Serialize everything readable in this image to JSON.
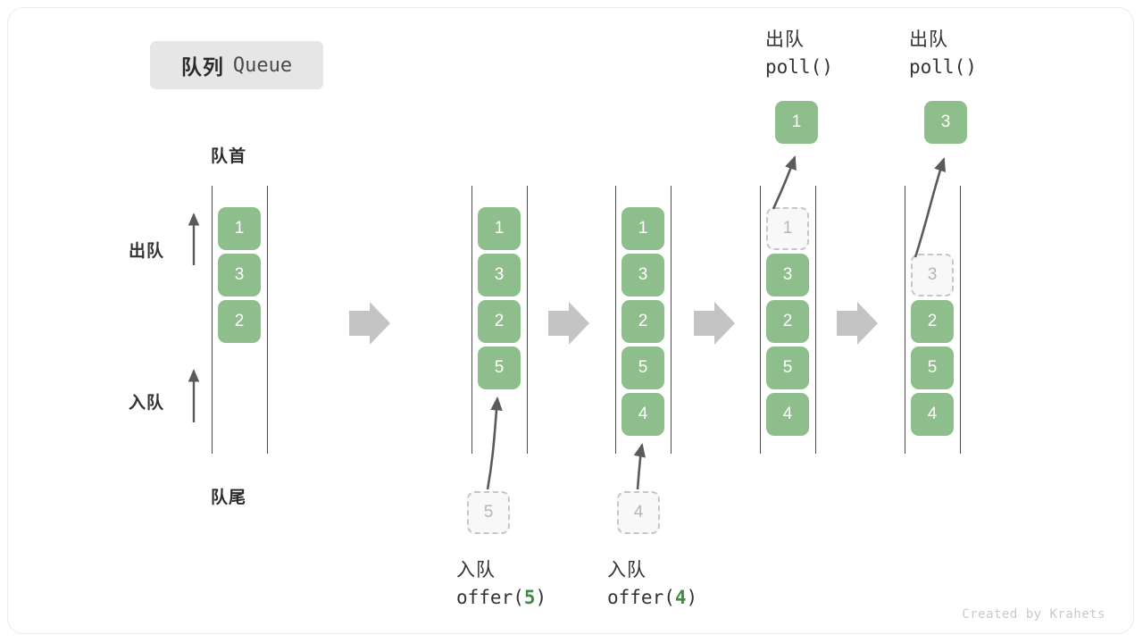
{
  "title": {
    "cn": "队列",
    "en": "Queue"
  },
  "labels": {
    "head": "队首",
    "tail": "队尾",
    "dequeue": "出队",
    "enqueue": "入队"
  },
  "colors": {
    "element_green": "#8fbe8d",
    "ghost_fill": "#f8f8f8",
    "ghost_border": "#c6c6c6",
    "arrow_gray": "#c4c4c4",
    "rail": "#4d4d4d",
    "text_dark": "#333333",
    "arg_green": "#3f8c47",
    "chip_bg": "#e6e6e6"
  },
  "columns": [
    {
      "id": "initial",
      "slots": [
        {
          "value": "1",
          "state": "filled"
        },
        {
          "value": "3",
          "state": "filled"
        },
        {
          "value": "2",
          "state": "filled"
        }
      ],
      "popped": null,
      "incoming": null,
      "caption_cn": null,
      "caption_code": null,
      "caption_arg": null
    },
    {
      "id": "offer-5",
      "slots": [
        {
          "value": "1",
          "state": "filled"
        },
        {
          "value": "3",
          "state": "filled"
        },
        {
          "value": "2",
          "state": "filled"
        },
        {
          "value": "5",
          "state": "filled"
        }
      ],
      "popped": null,
      "incoming": "5",
      "caption_cn": "入队",
      "caption_code_prefix": "offer(",
      "caption_arg": "5",
      "caption_code_suffix": ")"
    },
    {
      "id": "offer-4",
      "slots": [
        {
          "value": "1",
          "state": "filled"
        },
        {
          "value": "3",
          "state": "filled"
        },
        {
          "value": "2",
          "state": "filled"
        },
        {
          "value": "5",
          "state": "filled"
        },
        {
          "value": "4",
          "state": "filled"
        }
      ],
      "popped": null,
      "incoming": "4",
      "caption_cn": "入队",
      "caption_code_prefix": "offer(",
      "caption_arg": "4",
      "caption_code_suffix": ")"
    },
    {
      "id": "poll-1",
      "slots": [
        {
          "value": "1",
          "state": "ghost"
        },
        {
          "value": "3",
          "state": "filled"
        },
        {
          "value": "2",
          "state": "filled"
        },
        {
          "value": "5",
          "state": "filled"
        },
        {
          "value": "4",
          "state": "filled"
        }
      ],
      "popped": "1",
      "incoming": null,
      "caption_cn": "出队",
      "caption_code": "poll()"
    },
    {
      "id": "poll-3",
      "slots": [
        {
          "value": "3",
          "state": "ghost"
        },
        {
          "value": "2",
          "state": "filled"
        },
        {
          "value": "5",
          "state": "filled"
        },
        {
          "value": "4",
          "state": "filled"
        }
      ],
      "popped": "3",
      "incoming": null,
      "caption_cn": "出队",
      "caption_code": "poll()"
    }
  ],
  "watermark": "Created by Krahets"
}
